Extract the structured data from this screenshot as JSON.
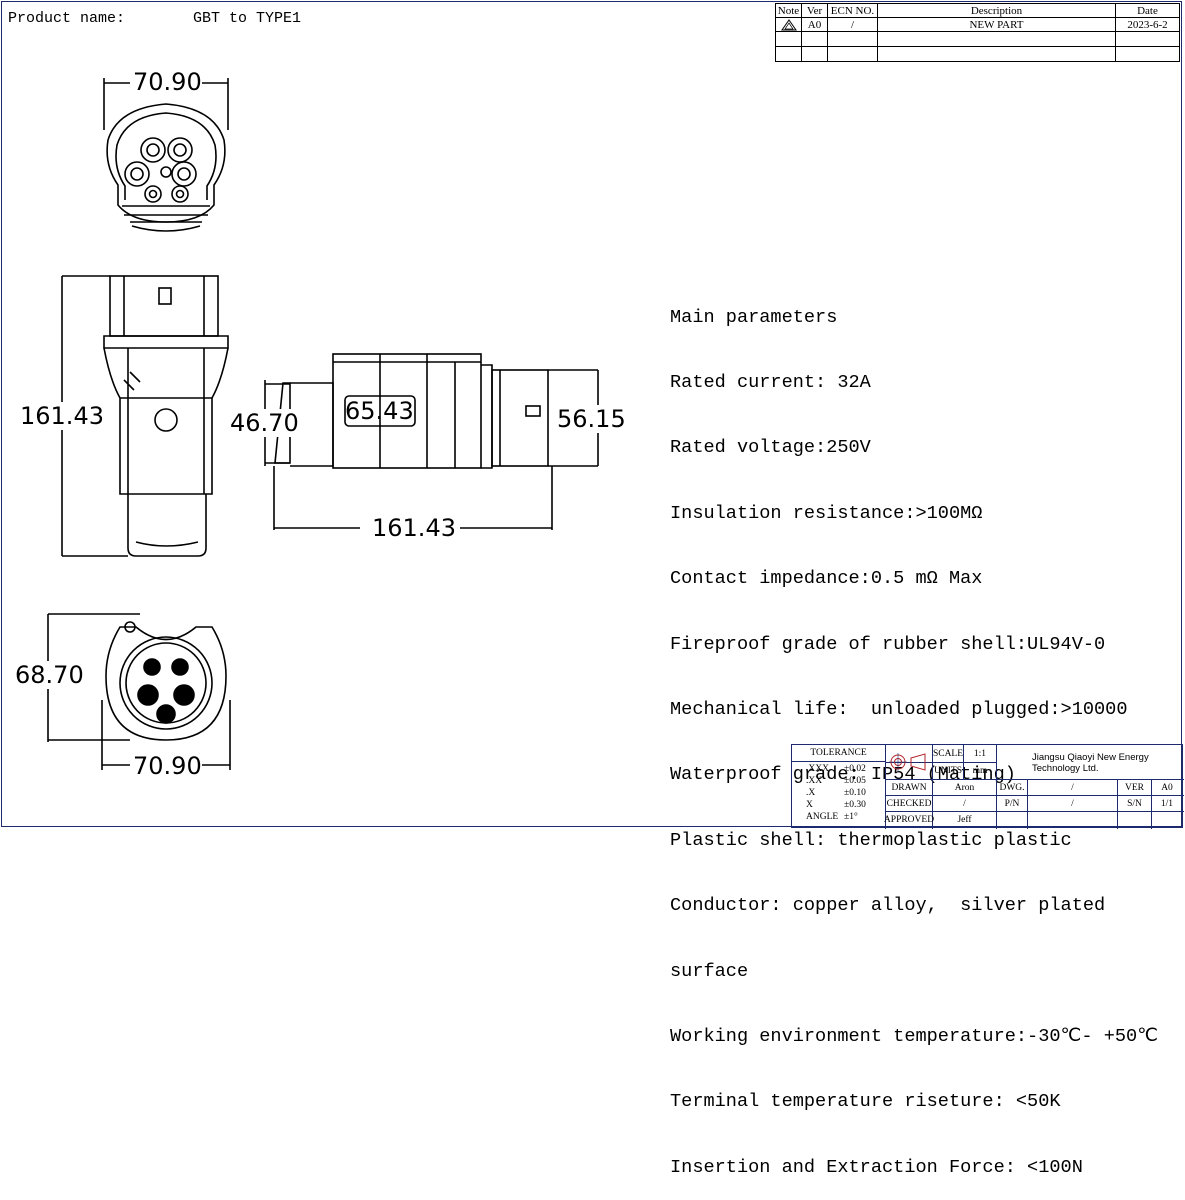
{
  "header": {
    "product_label": "Product name:",
    "product_value": "GBT to TYPE1"
  },
  "revision_table": {
    "headers": [
      "Note",
      "Ver",
      "ECN NO.",
      "Description",
      "Date"
    ],
    "row": {
      "note_icon": "warning-triangle-icon",
      "ver": "A0",
      "ecn": "/",
      "description": "NEW PART",
      "date": "2023-6-2"
    }
  },
  "drawing": {
    "top_view_width": "70.90",
    "side_view_height": "161.43",
    "front_height": "46.70",
    "front_inner": "65.43",
    "front_right": "56.15",
    "front_length": "161.43",
    "bottom_view_height": "68.70",
    "bottom_view_width": "70.90"
  },
  "parameters": [
    "Main parameters",
    "Rated current: 32A",
    "Rated voltage:250V",
    "Insulation resistance:>100MΩ",
    "Contact impedance:0.5 mΩ Max",
    "Fireproof grade of rubber shell:UL94V-0",
    "Mechanical life:  unloaded plugged:>10000",
    "Waterproof grade: IP54 (Mating)",
    "Plastic shell: thermoplastic plastic",
    "Conductor: copper alloy,  silver plated",
    "surface",
    "Working environment temperature:-30℃- +50℃",
    "Terminal temperature riseture: <50K",
    "Insertion and Extraction Force: <100N"
  ],
  "title_block": {
    "tolerance_label": "TOLERANCE",
    "tolerances": [
      {
        "k": ".XXX",
        "v": "±0.02"
      },
      {
        "k": ".XX",
        "v": "±0.05"
      },
      {
        "k": ".X",
        "v": "±0.10"
      },
      {
        "k": "X",
        "v": "±0.30"
      },
      {
        "k": "ANGLE",
        "v": "±1°"
      }
    ],
    "projection_icon": "first-angle-projection-icon",
    "scale_label": "SCALE",
    "scale_value": "1:1",
    "units_label": "UNITS",
    "units_value": "mm",
    "company": "Jiangsu Qiaoyi New Energy Technology Ltd.",
    "drawn_label": "DRAWN",
    "drawn_value": "Aron",
    "checked_label": "CHECKED",
    "checked_value": "/",
    "approved_label": "APPROVED",
    "approved_value": "Jeff",
    "dwg_label": "DWG.",
    "dwg_value": "/",
    "pn_label": "P/N",
    "pn_value": "/",
    "ver_label": "VER",
    "ver_value": "A0",
    "sn_label": "S/N",
    "sn_value": "1/1"
  }
}
